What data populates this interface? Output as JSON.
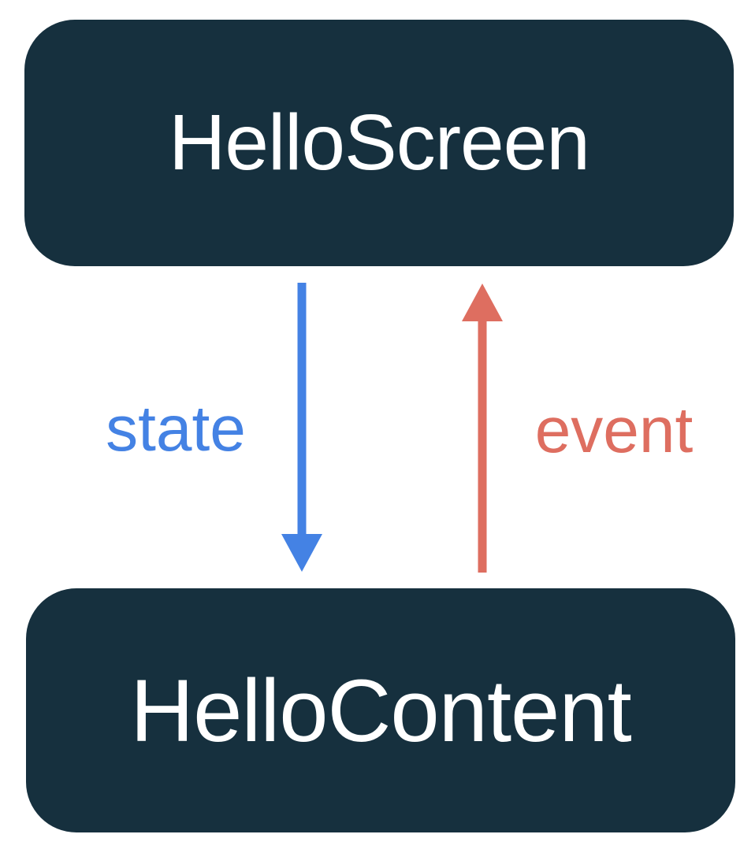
{
  "diagram": {
    "description": "Unidirectional data flow between two composables",
    "nodes": [
      {
        "id": "hello-screen",
        "label": "HelloScreen"
      },
      {
        "id": "hello-content",
        "label": "HelloContent"
      }
    ],
    "edges": [
      {
        "id": "state",
        "label": "state",
        "from": "HelloScreen",
        "to": "HelloContent",
        "direction": "down",
        "color": "#4482E4"
      },
      {
        "id": "event",
        "label": "event",
        "from": "HelloContent",
        "to": "HelloScreen",
        "direction": "up",
        "color": "#DE6E60"
      }
    ],
    "colors": {
      "node_background": "#16303E",
      "node_text": "#FFFFFF",
      "state_arrow": "#4482E4",
      "event_arrow": "#DE6E60",
      "background": "#FFFFFF"
    }
  }
}
